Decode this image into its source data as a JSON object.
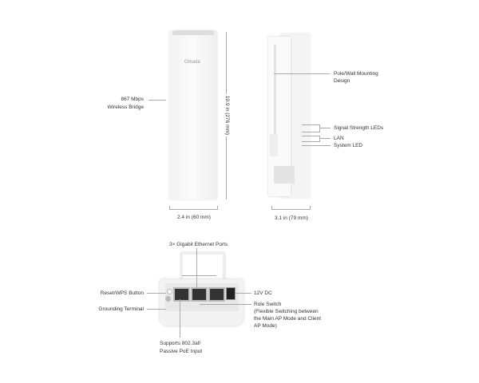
{
  "front": {
    "logo": "Omada",
    "label_line1": "867 Mbps",
    "label_line2": "Wireless Bridge",
    "height_dim": "10.9 in (276 mm)",
    "width_dim": "2.4 in (60 mm)"
  },
  "side": {
    "mount_line1": "Pole/Wall Mounting",
    "mount_line2": "Design",
    "signal_leds": "Signal Strength LEDs",
    "lan": "LAN",
    "system_led": "System LED",
    "depth_dim": "3.1 in (79 mm)"
  },
  "bottom": {
    "ports": "3× Gigabit Ethernet Ports",
    "reset": "Reset/WPS Button",
    "ground": "Grounding Terminal",
    "dc": "12V DC",
    "role1": "Role Switch",
    "role2": "(Flexible Switching between",
    "role3": "the Main AP Mode and Client",
    "role4": "AP Mode)",
    "poe1": "Supports 802.3af/",
    "poe2": "Passive PoE Input"
  },
  "colors": {
    "device": "#f7f7f7",
    "text": "#333333",
    "line": "#aaaaaa"
  }
}
